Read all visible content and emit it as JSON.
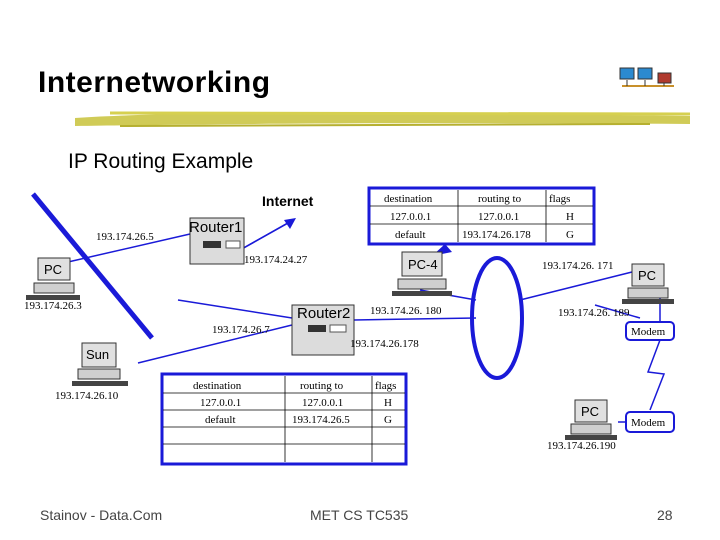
{
  "slide": {
    "title": "Internetworking",
    "subtitle": "IP Routing Example",
    "footer_left": "Stainov - Data.Com",
    "footer_center": "MET CS TC535",
    "page_number": "28"
  },
  "diagram": {
    "internet_label": "Internet",
    "router1": {
      "label": "Router1",
      "ip_left": "193.174.26.5",
      "ip_bottom": "193.174.24.27"
    },
    "router2": {
      "label": "Router2",
      "ip_left": "193.174.26.7",
      "ip_bottom": "193.174.26.178",
      "ip_right": "193.174.26. 180"
    },
    "pc_left": {
      "label": "PC",
      "ip": "193.174.26.3"
    },
    "sun": {
      "label": "Sun",
      "ip": "193.174.26.10"
    },
    "pc4": {
      "label": "PC-4"
    },
    "pc_right": {
      "label": "PC",
      "ip_top": "193.174.26. 171",
      "ip_bottom": "193.174.26. 189"
    },
    "pc_bottom": {
      "label": "PC",
      "ip": "193.174.26.190"
    },
    "modem_top": "Modem",
    "modem_bottom": "Modem",
    "table_top": {
      "headers": [
        "destination",
        "routing to",
        "flags"
      ],
      "rows": [
        [
          "127.0.0.1",
          "127.0.0.1",
          "H"
        ],
        [
          "default",
          "193.174.26.178",
          "G"
        ]
      ]
    },
    "table_bottom": {
      "headers": [
        "destination",
        "routing to",
        "flags"
      ],
      "rows": [
        [
          "127.0.0.1",
          "127.0.0.1",
          "H"
        ],
        [
          "default",
          "193.174.26.5",
          "G"
        ]
      ]
    },
    "colors": {
      "accent": "#1a1ad8",
      "underline": "#c8c23a"
    }
  }
}
